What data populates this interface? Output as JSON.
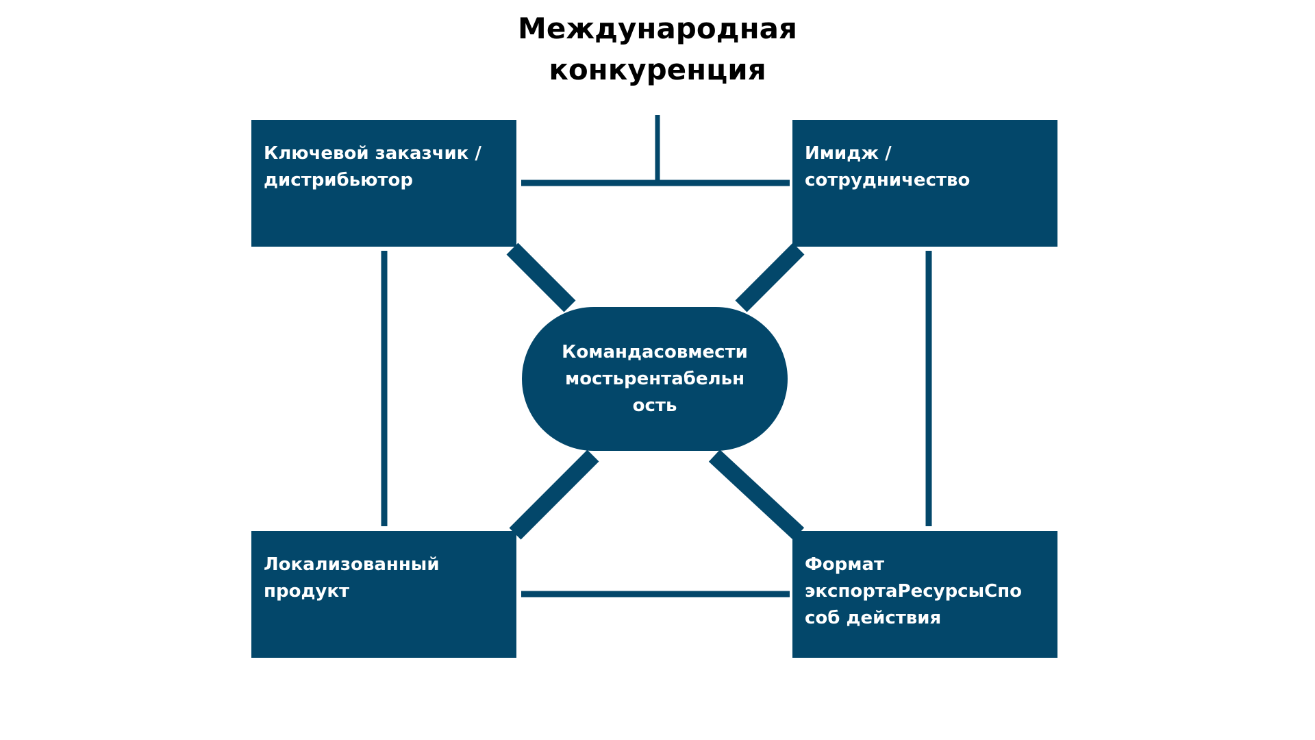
{
  "title": {
    "lines": [
      "Международная",
      "конкуренция"
    ]
  },
  "colors": {
    "primary": "#03476a",
    "background": "#ffffff",
    "text_on_primary": "#ffffff",
    "title_text": "#000000"
  },
  "boxes": {
    "top_left": {
      "lines": [
        "Ключевой заказчик /",
        "дистрибьютор"
      ]
    },
    "top_right": {
      "lines": [
        "Имидж /",
        "сотрудничество"
      ]
    },
    "bottom_left": {
      "lines": [
        "Локализованный",
        "продукт"
      ]
    },
    "bottom_right": {
      "lines": [
        "Формат",
        "экспортаРесурсыСпо",
        "соб действия"
      ]
    }
  },
  "center": {
    "lines": [
      "Командасовмести",
      "мостьрентабельн",
      "ость"
    ]
  }
}
